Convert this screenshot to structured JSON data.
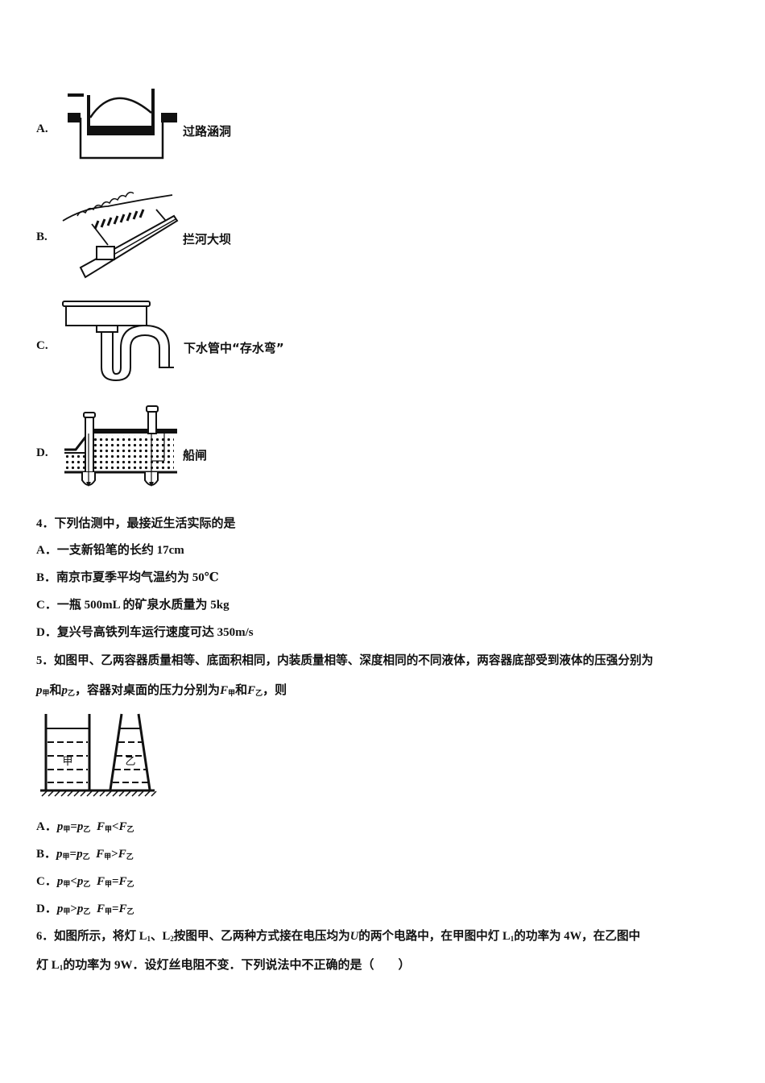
{
  "q3_options": [
    {
      "letter": "A.",
      "caption": "过路涵洞",
      "figure": "road-culvert-diagram"
    },
    {
      "letter": "B.",
      "caption": "拦河大坝",
      "figure": "river-dam-diagram"
    },
    {
      "letter": "C.",
      "caption": "下水管中“存水弯”",
      "figure": "sink-drain-trap-diagram"
    },
    {
      "letter": "D.",
      "caption": "船闸",
      "figure": "ship-lock-diagram"
    }
  ],
  "q4": {
    "stem": "4．下列估测中，最接近生活实际的是",
    "options": [
      {
        "letter": "A．",
        "text": "一支新铅笔的长约 17cm"
      },
      {
        "letter": "B．",
        "text": "南京市夏季平均气温约为 50℃"
      },
      {
        "letter": "C．",
        "text": "一瓶 500mL 的矿泉水质量为 5kg"
      },
      {
        "letter": "D．",
        "text": "复兴号高铁列车运行速度可达 350m/s"
      }
    ]
  },
  "q5": {
    "stem_line1": "5．如图甲、乙两容器质量相等、底面积相同，内装质量相等、深度相同的不同液体，两容器底部受到液体的压强分别为",
    "stem_line2": {
      "p": "p",
      "sub_jia": "甲",
      "and1": "和",
      "p2": "p",
      "sub_yi": "乙",
      "mid": "，容器对桌面的压力分别为",
      "F": "F",
      "and2": "和",
      "F2": "F",
      "end": "，则"
    },
    "figure_labels": {
      "left": "甲",
      "right": "乙"
    },
    "options": [
      {
        "letter": "A．",
        "p_rel": "=",
        "F_rel": "<"
      },
      {
        "letter": "B．",
        "p_rel": "=",
        "F_rel": ">"
      },
      {
        "letter": "C．",
        "p_rel": "<",
        "F_rel": "="
      },
      {
        "letter": "D．",
        "p_rel": ">",
        "F_rel": "="
      }
    ],
    "sym": {
      "p": "p",
      "F": "F",
      "jia": "甲",
      "yi": "乙"
    }
  },
  "q6": {
    "line1_a": "6．如图所示，将灯 L",
    "line1_b": "、L",
    "line1_c": "按图甲、乙两种方式接在电压均为",
    "U": "U",
    "line1_d": "的两个电路中，在甲图中灯 L",
    "line1_e": "的功率为 4W，在乙图中",
    "line2_a": "灯 L",
    "line2_b": "的功率为 9W．设灯丝电阻不变．下列说法中不正确的是（　　）",
    "sub1": "1",
    "sub2": "2"
  }
}
